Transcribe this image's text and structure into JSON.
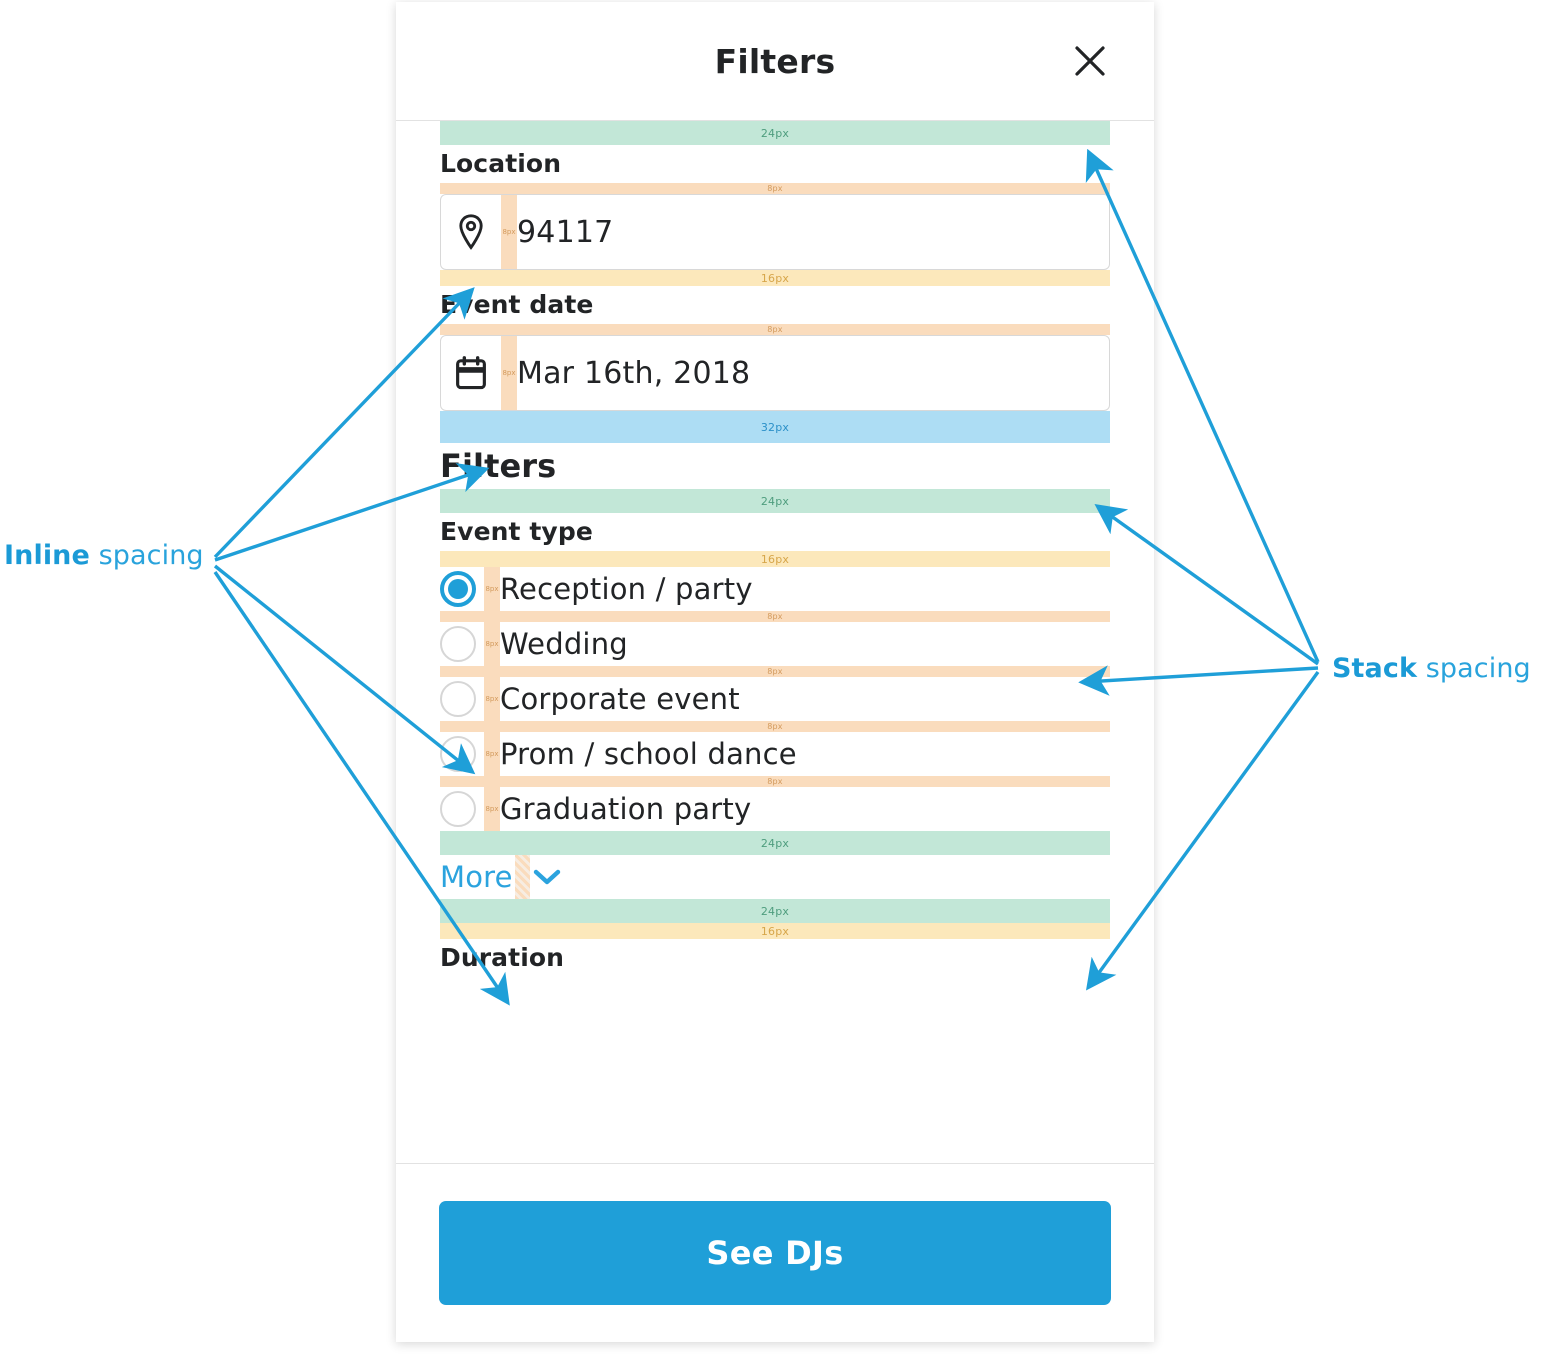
{
  "annotations": {
    "inline": {
      "bold": "Inline",
      "rest": " spacing"
    },
    "stack": {
      "bold": "Stack",
      "rest": " spacing"
    }
  },
  "modal": {
    "title": "Filters",
    "close_icon": "close-icon"
  },
  "spacers": {
    "s24": "24px",
    "s32": "32px",
    "s16": "16px",
    "s8": "8px"
  },
  "form": {
    "location": {
      "label": "Location",
      "icon": "map-pin-icon",
      "value": "94117"
    },
    "event_date": {
      "label": "Event date",
      "icon": "calendar-icon",
      "value": "Mar 16th, 2018"
    },
    "filters_heading": "Filters",
    "event_type": {
      "label": "Event type",
      "options": [
        {
          "label": "Reception / party",
          "selected": true
        },
        {
          "label": "Wedding",
          "selected": false
        },
        {
          "label": "Corporate event",
          "selected": false
        },
        {
          "label": "Prom / school dance",
          "selected": false
        },
        {
          "label": "Graduation party",
          "selected": false
        }
      ],
      "more_label": "More",
      "more_icon": "chevron-down-icon"
    },
    "duration": {
      "label": "Duration"
    }
  },
  "footer": {
    "cta_label": "See DJs"
  },
  "colors": {
    "accent_blue": "#1F9FD8",
    "annotation_blue": "#29A3DC",
    "mint": "#C2E7D7",
    "peach": "#FADCBD",
    "yellow": "#FCE8BB",
    "sky": "#ADDDF4",
    "text": "#222426"
  }
}
